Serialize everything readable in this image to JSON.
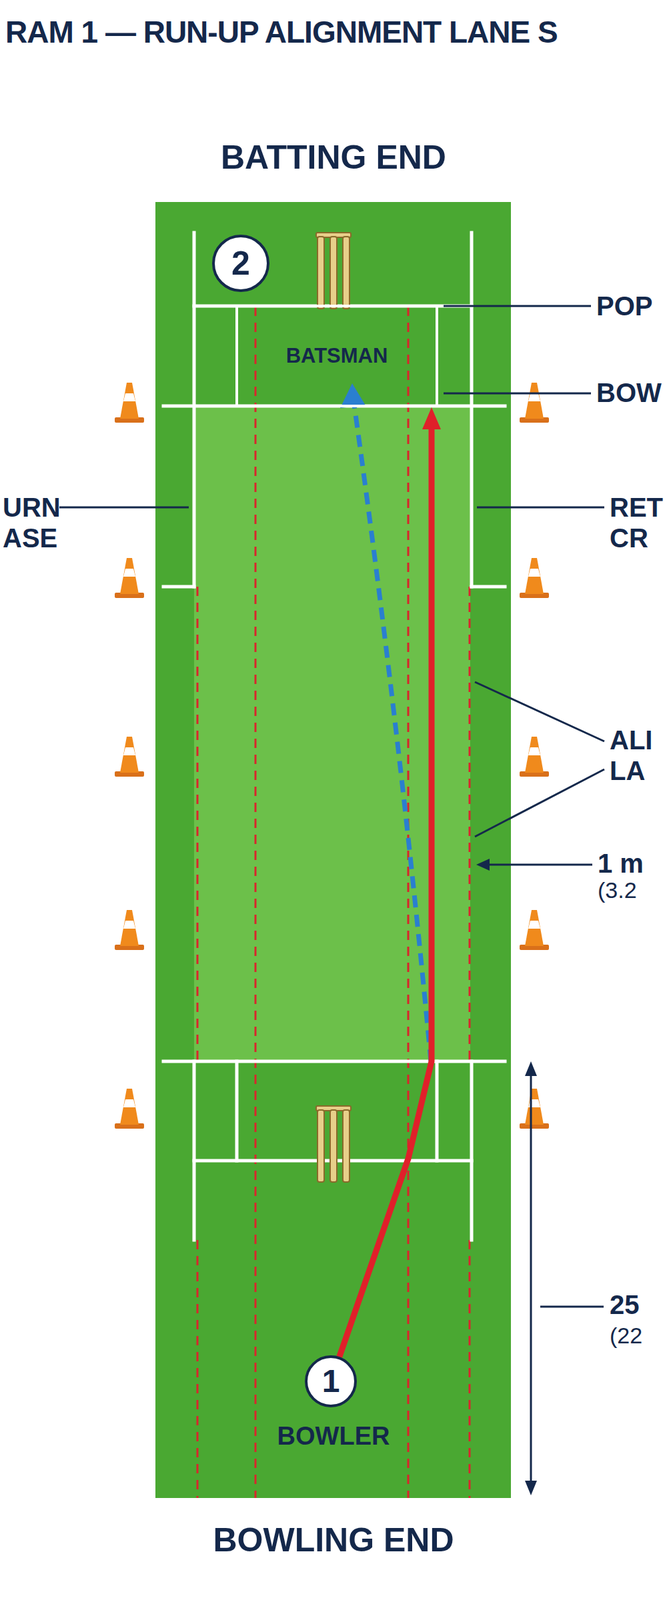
{
  "diagram": {
    "title": "RAM 1 — RUN-UP ALIGNMENT LANE S",
    "nodes": [
      {
        "text": [
          "2"
        ]
      },
      {
        "text": [
          "BATSMAN"
        ]
      },
      {
        "text": [
          "1",
          "BOWLER"
        ]
      }
    ],
    "edges": [
      {
        "from": 2,
        "to": 1,
        "arrow": "to"
      }
    ],
    "labels": [
      "BATTING END",
      "POP",
      "BOW",
      "URN ASE",
      "RET CR",
      "ALI LA",
      "1 m",
      "(3.2",
      "25",
      "(22",
      "BOWLING END"
    ]
  }
}
